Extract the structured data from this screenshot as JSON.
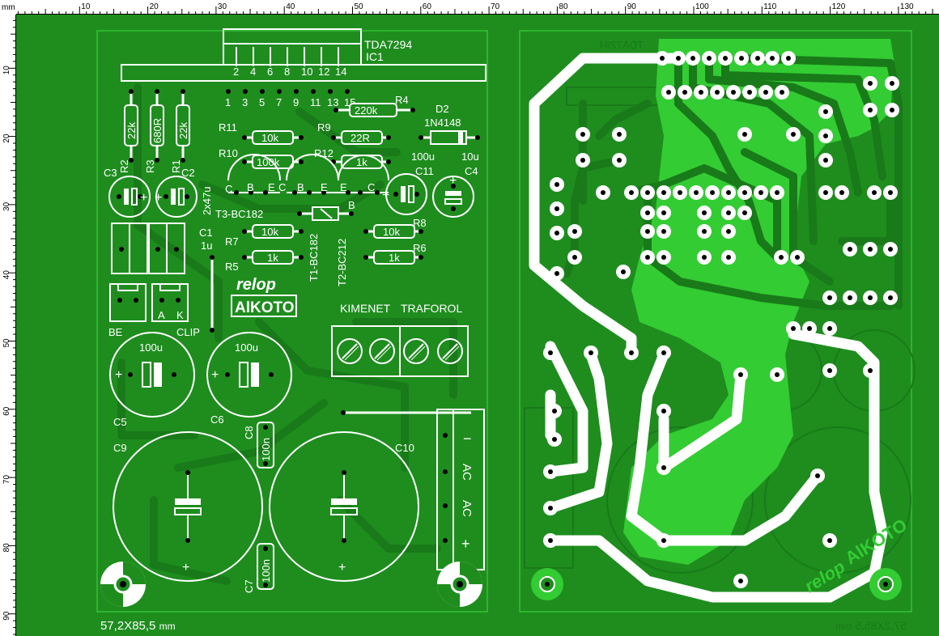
{
  "ruler": {
    "unit": "mm",
    "top_ticks": [
      "10",
      "20",
      "30",
      "40",
      "50",
      "60",
      "70",
      "80",
      "90",
      "100",
      "110",
      "120",
      "130"
    ],
    "left_ticks": [
      "10",
      "20",
      "30",
      "40",
      "50",
      "60",
      "70",
      "80",
      "90"
    ]
  },
  "board_left": {
    "ic": {
      "name": "TDA7294",
      "ref": "IC1",
      "pins_top": [
        "2",
        "4",
        "6",
        "8",
        "10",
        "12",
        "14"
      ],
      "pins_bottom": [
        "1",
        "3",
        "5",
        "7",
        "9",
        "11",
        "13",
        "15"
      ]
    },
    "resistors": {
      "r2": {
        "ref": "R2",
        "value": "22k"
      },
      "r3": {
        "ref": "R3",
        "value": "680R"
      },
      "r1": {
        "ref": "R1",
        "value": "22k"
      },
      "r4": {
        "ref": "R4",
        "value": "220k"
      },
      "r11": {
        "ref": "R11",
        "value": "10k"
      },
      "r9": {
        "ref": "R9",
        "value": "22R"
      },
      "r10": {
        "ref": "R10",
        "value": "100k"
      },
      "r12": {
        "ref": "R12",
        "value": "1k"
      },
      "r7": {
        "ref": "R7",
        "value": "10k"
      },
      "r5": {
        "ref": "R5",
        "value": "1k"
      },
      "r8": {
        "ref": "R8",
        "value": "10k"
      },
      "r6": {
        "ref": "R6",
        "value": "1k"
      }
    },
    "diode": {
      "ref": "D2",
      "value": "1N4148"
    },
    "caps": {
      "c3": "C3",
      "c2": "C2",
      "c1": "C1",
      "c1_value": "1u",
      "c2c3_value": "2x47u",
      "c11": "C11",
      "c11_value": "100u",
      "c4": "C4",
      "c4_value": "10u",
      "c5": "C5",
      "c5_value": "100u",
      "c6": "C6",
      "c6_value": "100u",
      "c8": "C8",
      "c8_value": "100n",
      "c7": "C7",
      "c7_value": "100n",
      "c9": "C9",
      "c10": "C10"
    },
    "transistors": {
      "t3": "T3-BC182",
      "t1": "T1-BC182",
      "t2": "T2-BC212",
      "pins1": [
        "C",
        "B",
        "E"
      ],
      "pins2": [
        "C",
        "B",
        "E"
      ],
      "pins3": [
        "E",
        "B",
        "C"
      ]
    },
    "connectors": {
      "be": "BE",
      "clip": "CLIP",
      "a": "A",
      "k": "K",
      "kimenet": "KIMENET",
      "traforol": "TRAFOROL",
      "minus": "−",
      "ac1": "AC",
      "ac2": "AC",
      "plus": "+"
    },
    "logo_top": "relop",
    "logo_bottom": "AlKOTO",
    "size_label": "57,2X85,5",
    "size_unit": "mm"
  },
  "board_right": {
    "ic_name": "TDA7294",
    "size_label": "57,2X85,5",
    "size_unit": "mm",
    "logo_top": "relop",
    "logo_bottom": "AlKOTO"
  },
  "colors": {
    "board": "#1b8a1c",
    "silk": "#ffffff",
    "copper": "#33cc33",
    "trace_dark": "#197a19",
    "pad": "#ffffff"
  }
}
